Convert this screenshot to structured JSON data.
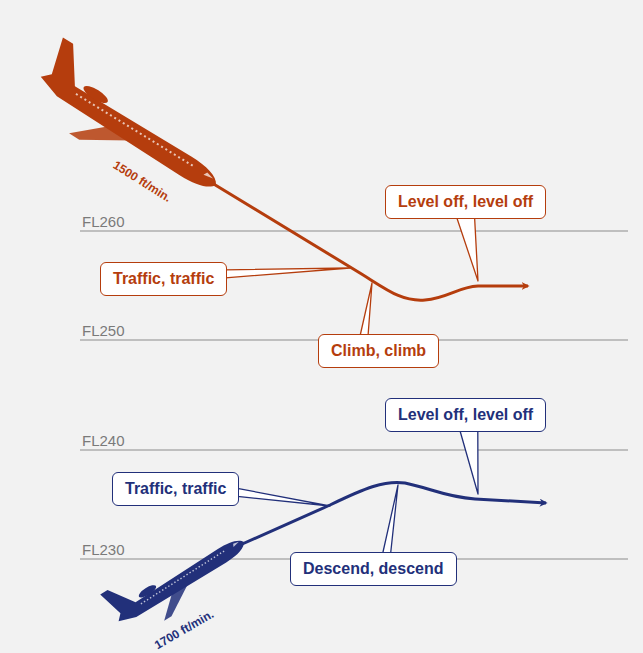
{
  "diagram": {
    "nodes": [
      {
        "text": [
          "Level off, level off"
        ]
      },
      {
        "text": [
          "Traffic, traffic"
        ]
      },
      {
        "text": [
          "Climb, climb"
        ]
      },
      {
        "text": [
          "Level off, level off"
        ]
      },
      {
        "text": [
          "Traffic, traffic"
        ]
      },
      {
        "text": [
          "Descend, descend"
        ]
      }
    ],
    "labels": [
      "1500 ft/min.",
      "FL260",
      "FL250",
      "FL240",
      "FL230",
      "1700 ft/min."
    ]
  }
}
